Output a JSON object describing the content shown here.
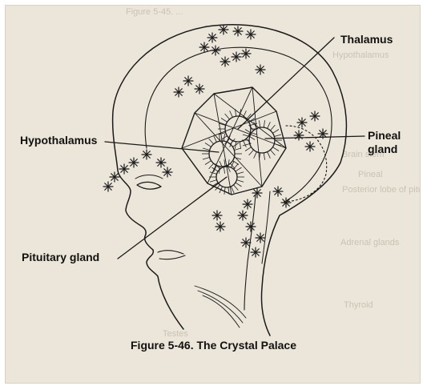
{
  "labels": {
    "thalamus": "Thalamus",
    "hypothalamus": "Hypothalamus",
    "pineal_line1": "Pineal",
    "pineal_line2": "gland",
    "pituitary": "Pituitary gland"
  },
  "caption": "Figure 5-46. The Crystal Palace",
  "bleed_through": {
    "top_heading": "Figure 5-45. ...",
    "right_1": "Hypothalamus",
    "right_2": "Brain stem",
    "right_3": "Pineal",
    "right_4": "Posterior lobe of pituitary",
    "right_5": "Adrenal glands",
    "right_6": "Thyroid",
    "right_7": "Testes"
  },
  "colors": {
    "paper": "#ece6da",
    "ink": "#1a1a1a",
    "bleed": "#c9c2b4"
  }
}
